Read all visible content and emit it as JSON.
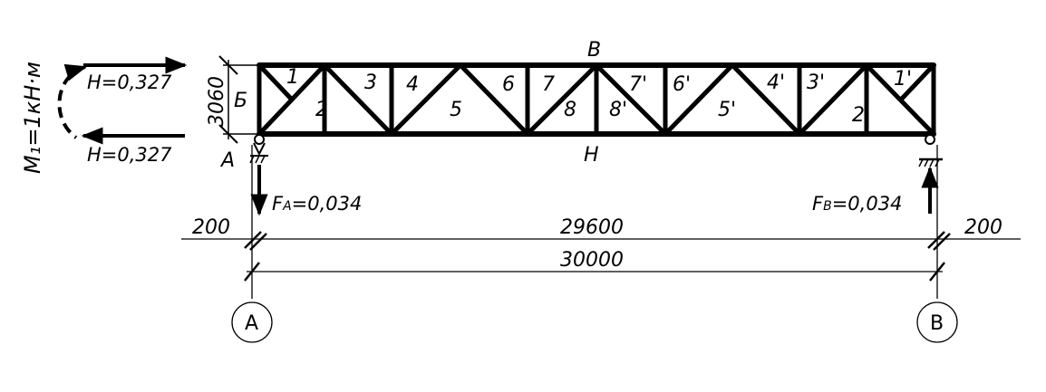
{
  "moment_label": "M₁=1кН·м",
  "reactions": {
    "h_top": "H=0,327",
    "h_bottom": "H=0,327",
    "fa": "F",
    "fa_sub": "A",
    "fa_value": "=0,034",
    "fb": "F",
    "fb_sub": "B",
    "fb_value": "=0,034"
  },
  "nodes": {
    "top": "B",
    "bottom": "H",
    "support_a": "A",
    "height_zone": "Б"
  },
  "height": "3060",
  "panels": [
    "1",
    "2",
    "3",
    "4",
    "5",
    "6",
    "7",
    "8",
    "8'",
    "7'",
    "6'",
    "5'",
    "4'",
    "3'",
    "2'",
    "1'"
  ],
  "dimensions": {
    "left_offset": "200",
    "span": "29600",
    "right_offset": "200",
    "total": "30000"
  },
  "axes": [
    "A",
    "B"
  ]
}
